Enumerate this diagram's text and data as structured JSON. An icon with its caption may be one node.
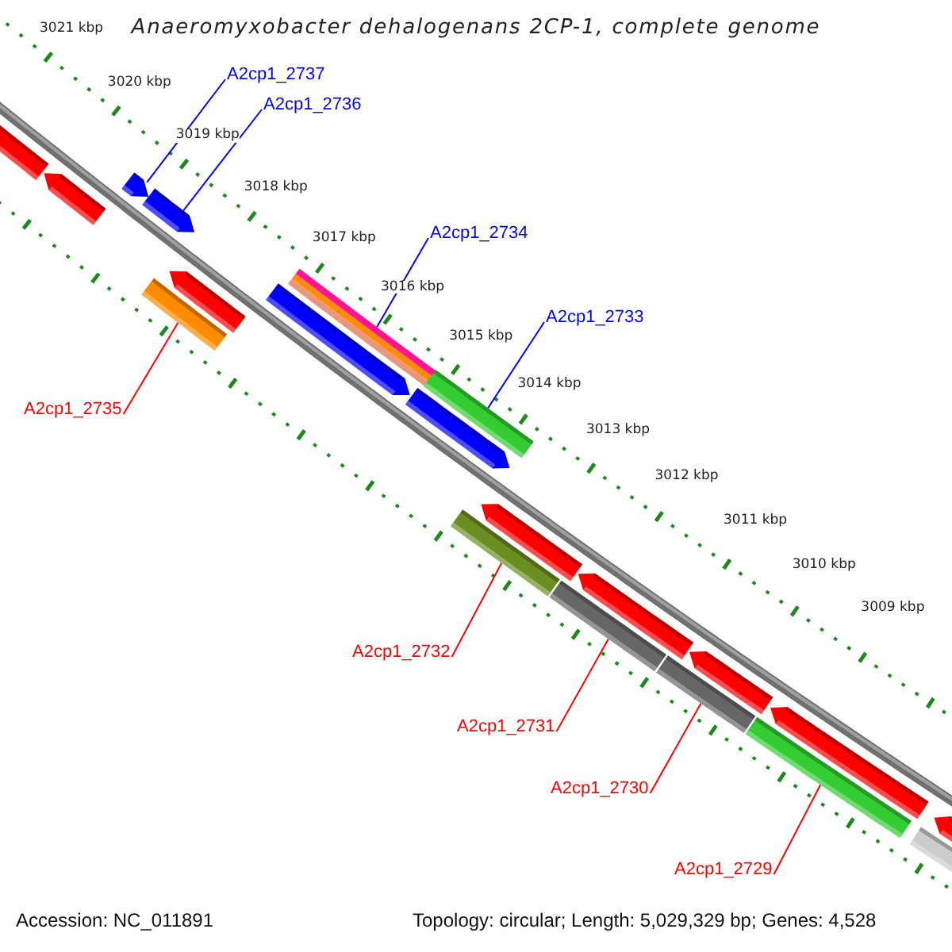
{
  "diagram": {
    "title": "Anaeromyxobacter dehalogenans 2CP-1, complete genome",
    "nodes": [
      {
        "text": [
          "A2cp1_2737"
        ]
      },
      {
        "text": [
          "A2cp1_2736"
        ]
      },
      {
        "text": [
          "A2cp1_2734"
        ]
      },
      {
        "text": [
          "A2cp1_2733"
        ]
      },
      {
        "text": [
          "A2cp1_2735"
        ]
      },
      {
        "text": [
          "A2cp1_2732"
        ]
      },
      {
        "text": [
          "A2cp1_2731"
        ]
      },
      {
        "text": [
          "A2cp1_2730"
        ]
      },
      {
        "text": [
          "A2cp1_2729"
        ]
      },
      {
        "text": [],
        "shape": "bar"
      },
      {
        "text": [],
        "shape": "bar"
      },
      {
        "text": [],
        "shape": "bar"
      },
      {
        "text": [],
        "shape": "bar"
      },
      {
        "text": [],
        "shape": "bar"
      },
      {
        "text": [],
        "shape": "bar"
      },
      {
        "text": [],
        "shape": "bar"
      },
      {
        "text": [],
        "shape": "bar"
      },
      {
        "text": [],
        "shape": "bar"
      }
    ],
    "edges": [
      {
        "from": 0,
        "to": 9,
        "arrow": "none",
        "color": "#0000ff"
      },
      {
        "from": 1,
        "to": 10,
        "arrow": "none",
        "color": "#0000ff"
      },
      {
        "from": 2,
        "to": 11,
        "arrow": "none",
        "color": "#0000ff"
      },
      {
        "from": 3,
        "to": 12,
        "arrow": "none",
        "color": "#0000ff"
      },
      {
        "from": 4,
        "to": 13,
        "arrow": "none"
      },
      {
        "from": 5,
        "to": 14,
        "arrow": "none"
      },
      {
        "from": 6,
        "to": 15,
        "arrow": "none"
      },
      {
        "from": 7,
        "to": 16,
        "arrow": "none"
      },
      {
        "from": 8,
        "to": 17,
        "arrow": "none"
      }
    ],
    "labels": [
      "3021 kbp",
      "3020 kbp",
      "3019 kbp",
      "3018 kbp",
      "3017 kbp",
      "3016 kbp",
      "3015 kbp",
      "3014 kbp",
      "3013 kbp",
      "3012 kbp",
      "3011 kbp",
      "3010 kbp",
      "3009 kbp",
      "Accession: NC_011891",
      "Topology: circular; Length: 5,029,329 bp; Genes: 4,528"
    ]
  }
}
